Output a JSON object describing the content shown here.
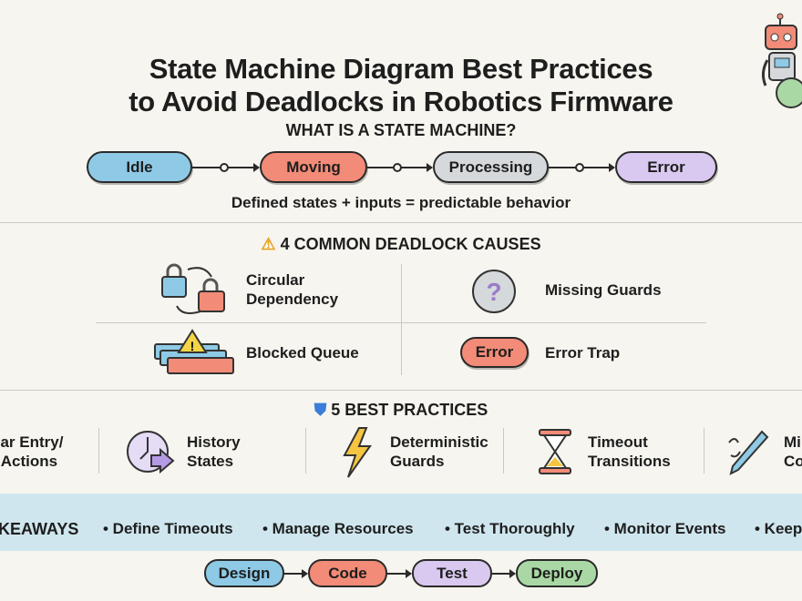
{
  "title": {
    "line1": "State Machine Diagram Best Practices",
    "line2": "to Avoid Deadlocks in Robotics Firmware"
  },
  "colors": {
    "background": "#f7f5ef",
    "blue": "#8ecae6",
    "salmon": "#f28b77",
    "gray": "#d6d9dc",
    "purple": "#d9c8f0",
    "green": "#a9d8a4",
    "band": "#cfe6ee"
  },
  "state_machine": {
    "heading": "WHAT IS A STATE MACHINE?",
    "states": [
      "Idle",
      "Moving",
      "Processing",
      "Error"
    ],
    "caption": "Defined states + inputs = predictable behavior"
  },
  "deadlocks": {
    "heading": "4 COMMON DEADLOCK CAUSES",
    "heading_icon": "warning-icon",
    "items": [
      {
        "label_line1": "Circular",
        "label_line2": "Dependency",
        "icon": "padlocks-cycle-icon"
      },
      {
        "label": "Missing Guards",
        "icon": "question-icon"
      },
      {
        "label": "Blocked Queue",
        "icon": "queue-warning-icon"
      },
      {
        "label": "Error Trap",
        "icon": "error-pill",
        "pill_text": "Error"
      }
    ]
  },
  "practices": {
    "heading": "5 BEST PRACTICES",
    "heading_icon": "shield-icon",
    "items": [
      {
        "line1": "ear Entry/",
        "line2": "t Actions"
      },
      {
        "line1": "History",
        "line2": "States",
        "icon": "clock-history-icon"
      },
      {
        "line1": "Deterministic",
        "line2": "Guards",
        "icon": "lightning-icon"
      },
      {
        "line1": "Timeout",
        "line2": "Transitions",
        "icon": "hourglass-icon"
      },
      {
        "line1": "Mi",
        "line2": "Co",
        "icon": "thermometer-icon"
      }
    ]
  },
  "takeaways": {
    "label": "KEAWAYS",
    "items": [
      "• Define Timeouts",
      "• Manage Resources",
      "• Test Thoroughly",
      "• Monitor Events",
      "• Keep"
    ]
  },
  "workflow": [
    "Design",
    "Code",
    "Test",
    "Deploy"
  ]
}
